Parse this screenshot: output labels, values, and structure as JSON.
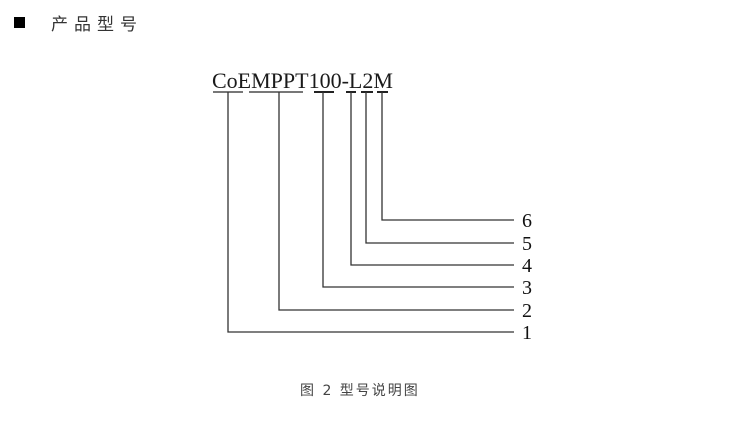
{
  "heading": {
    "bullet_icon": "black-square",
    "title": "产品型号"
  },
  "diagram": {
    "model_code": "CoEMPPT100-L2M",
    "segments": [
      {
        "text": "Co",
        "index": "1"
      },
      {
        "text": "EMPPT",
        "index": "2"
      },
      {
        "text": "100",
        "index": "3"
      },
      {
        "text": "L",
        "index": "4"
      },
      {
        "text": "2",
        "index": "5"
      },
      {
        "text": "M",
        "index": "6"
      }
    ],
    "labels": [
      "6",
      "5",
      "4",
      "3",
      "2",
      "1"
    ],
    "line_color": "#333333",
    "underline_color": "#777777"
  },
  "caption": "图 2  型号说明图"
}
